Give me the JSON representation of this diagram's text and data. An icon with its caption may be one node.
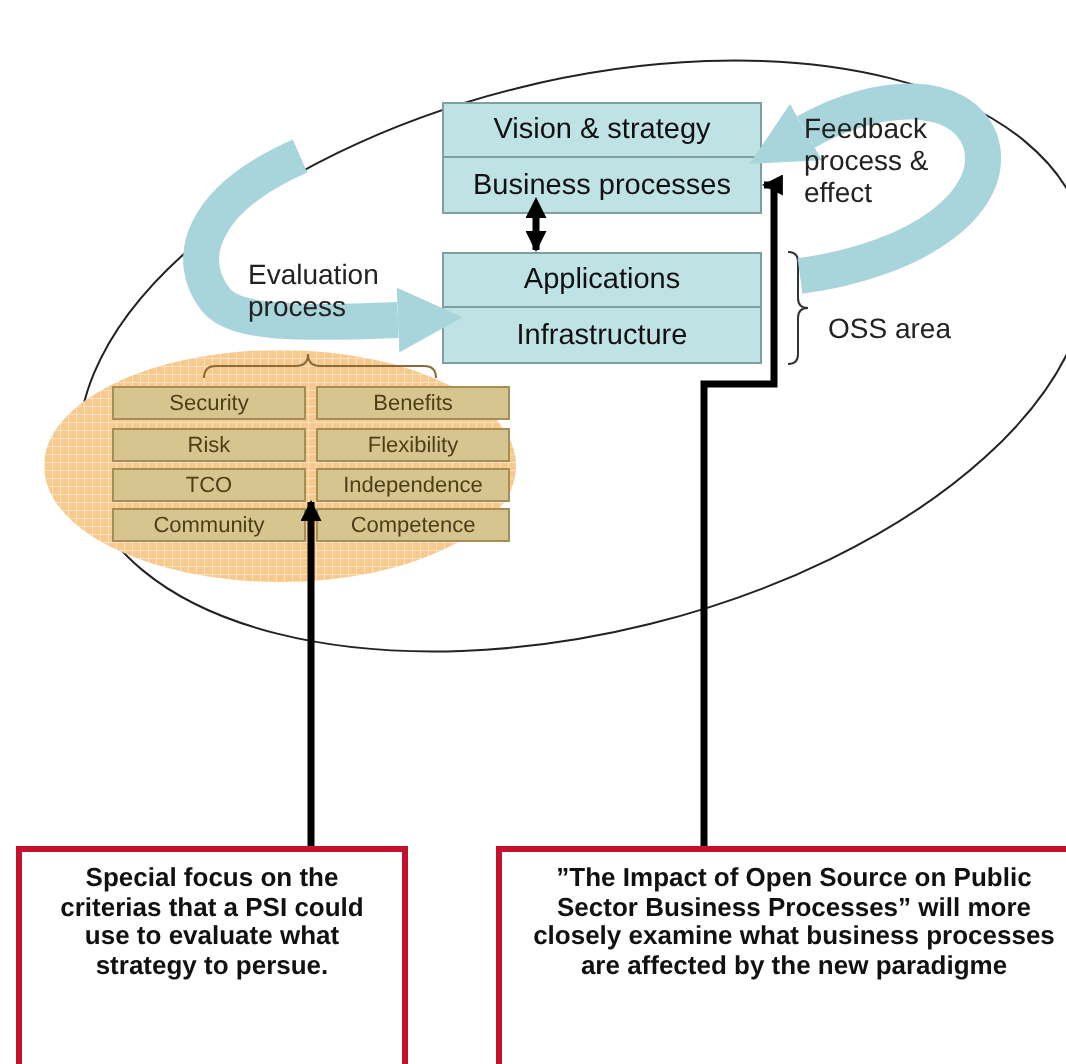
{
  "diagram": {
    "nodes": [
      {
        "text": [
          "Vision & strategy"
        ]
      },
      {
        "text": [
          "Business processes"
        ]
      },
      {
        "text": [
          "Applications"
        ]
      },
      {
        "text": [
          "Infrastructure"
        ]
      },
      {
        "text": [],
        "shape": "ellipse"
      },
      {
        "text": [
          "Security"
        ],
        "in": 4
      },
      {
        "text": [
          "Benefits"
        ],
        "in": 4
      },
      {
        "text": [
          "Risk"
        ],
        "in": 4
      },
      {
        "text": [
          "Flexibility"
        ],
        "in": 4
      },
      {
        "text": [
          "TCO"
        ],
        "in": 4
      },
      {
        "text": [
          "Independence"
        ],
        "in": 4
      },
      {
        "text": [
          "Community"
        ],
        "in": 4
      },
      {
        "text": [
          "Competence"
        ],
        "in": 4
      },
      {
        "text": [
          "Special focus on the criterias that a PSI could use to evaluate what strategy to persue."
        ]
      },
      {
        "text": [
          "”The Impact of Open Source on Public Sector Business Processes” will more closely examine what business processes are affected by the new paradigme"
        ]
      }
    ],
    "edges": [
      {
        "from": 1,
        "to": 2,
        "arrow": "both"
      },
      {
        "from": null,
        "to": 2,
        "arrow": "to",
        "label": "Evaluation process",
        "style": "thick",
        "color": "#a8d5db"
      },
      {
        "from": null,
        "to": 0,
        "arrow": "to",
        "label": "Feedback process & effect",
        "style": "thick",
        "color": "#a8d5db"
      },
      {
        "from": 13,
        "to": 9,
        "arrow": "to"
      },
      {
        "from": 14,
        "to": 1,
        "arrow": "to"
      }
    ],
    "labels": [
      "OSS area"
    ]
  }
}
